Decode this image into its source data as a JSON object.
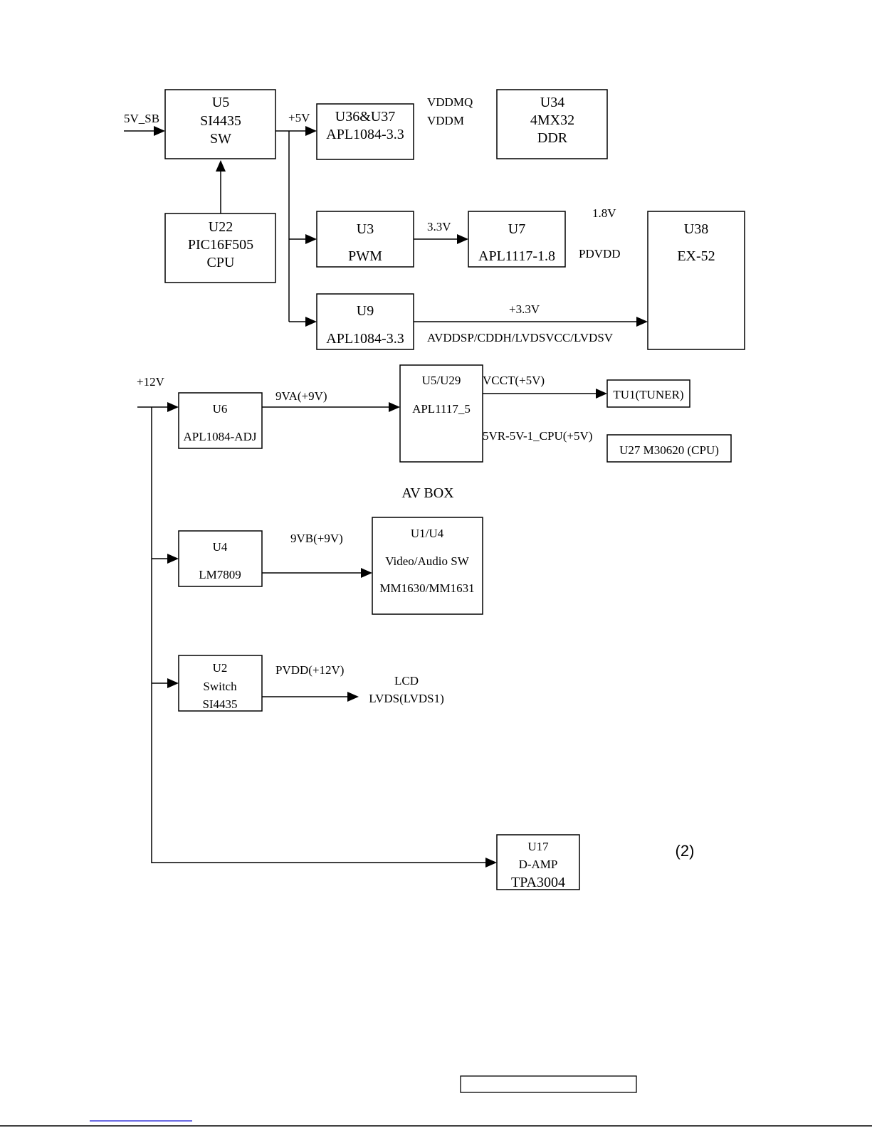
{
  "blocks": {
    "u5": {
      "lines": [
        "U5",
        "SI4435",
        "SW"
      ]
    },
    "u22": {
      "lines": [
        "U22",
        "PIC16F505",
        "CPU"
      ]
    },
    "u36_u37": {
      "lines": [
        "U36&U37",
        "APL1084-3.3"
      ]
    },
    "u34": {
      "lines": [
        "U34",
        "4MX32",
        "DDR"
      ]
    },
    "u3": {
      "lines": [
        "U3",
        "PWM"
      ]
    },
    "u7": {
      "lines": [
        "U7",
        "APL1117-1.8"
      ]
    },
    "u38": {
      "lines": [
        "U38",
        "EX-52"
      ]
    },
    "u9": {
      "lines": [
        "U9",
        "APL1084-3.3"
      ]
    },
    "u6": {
      "lines": [
        "U6",
        "APL1084-ADJ"
      ]
    },
    "u5_u29": {
      "lines": [
        "U5/U29",
        "APL1117_5"
      ]
    },
    "tu1": {
      "lines": [
        "TU1(TUNER)"
      ]
    },
    "u27": {
      "lines": [
        "U27 M30620 (CPU)"
      ]
    },
    "u4": {
      "lines": [
        "U4",
        "LM7809"
      ]
    },
    "u1_u4": {
      "lines": [
        "U1/U4",
        "Video/Audio SW",
        "MM1630/MM1631"
      ]
    },
    "u2": {
      "lines": [
        "U2",
        "Switch",
        "SI4435"
      ]
    },
    "u17": {
      "lines": [
        "U17",
        "D-AMP",
        "TPA3004"
      ]
    }
  },
  "labels": {
    "in_5v_sb": "5V_SB",
    "rail_5v": "+5V",
    "vddmq": "VDDMQ",
    "vddm": "VDDM",
    "v33": "3.3V",
    "v18": "1.8V",
    "pdvdd": "PDVDD",
    "plus33": "+3.3V",
    "avddsp": "AVDDSP/CDDH/LVDSVCC/LVDSV",
    "in_12v": "+12V",
    "v9va": "9VA(+9V)",
    "vcct": "VCCT(+5V)",
    "v5vr": "5VR-5V-1_CPU(+5V)",
    "av_box": "AV BOX",
    "v9vb": "9VB(+9V)",
    "pvdd": "PVDD(+12V)",
    "lcd": "LCD",
    "lvds": "LVDS(LVDS1)",
    "page_no": "(2)"
  }
}
